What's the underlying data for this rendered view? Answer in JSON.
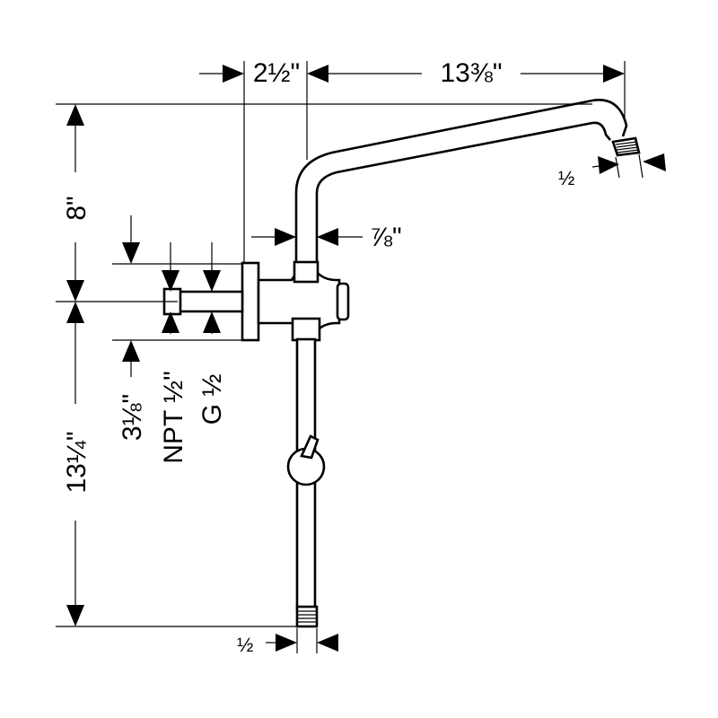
{
  "dimensions": {
    "offset_top": "2½\"",
    "arm_reach": "13⅜\"",
    "height_upper": "8\"",
    "height_lower": "13¼\"",
    "tube_diameter": "⅞\"",
    "wall_offset": "3⅛\"",
    "outlet_thread": "½",
    "thread_npt": "NPT ½\"",
    "thread_g": "G ½",
    "inlet_thread": "½"
  }
}
